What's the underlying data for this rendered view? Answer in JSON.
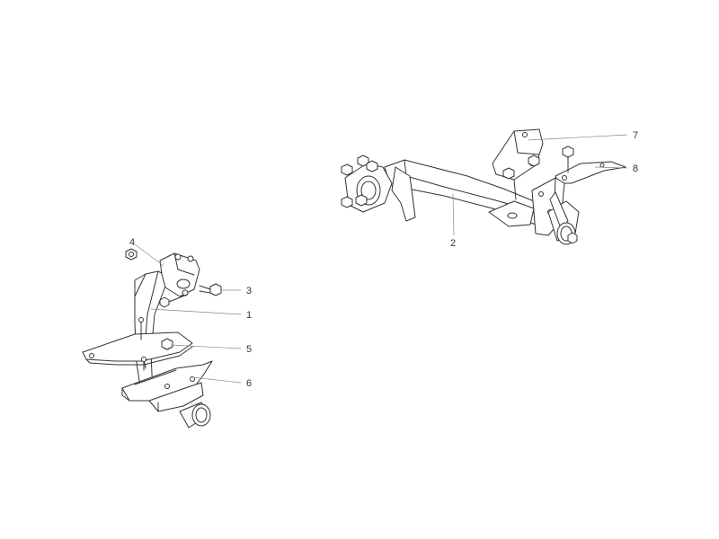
{
  "diagram": {
    "type": "exploded-parts-diagram",
    "colors": {
      "line": "#333333",
      "leader": "#888888",
      "background": "#ffffff"
    },
    "callouts": [
      {
        "id": "1",
        "label": "1"
      },
      {
        "id": "2",
        "label": "2"
      },
      {
        "id": "3",
        "label": "3"
      },
      {
        "id": "4",
        "label": "4"
      },
      {
        "id": "5",
        "label": "5"
      },
      {
        "id": "6",
        "label": "6"
      },
      {
        "id": "7",
        "label": "7"
      },
      {
        "id": "8",
        "label": "8"
      }
    ]
  }
}
